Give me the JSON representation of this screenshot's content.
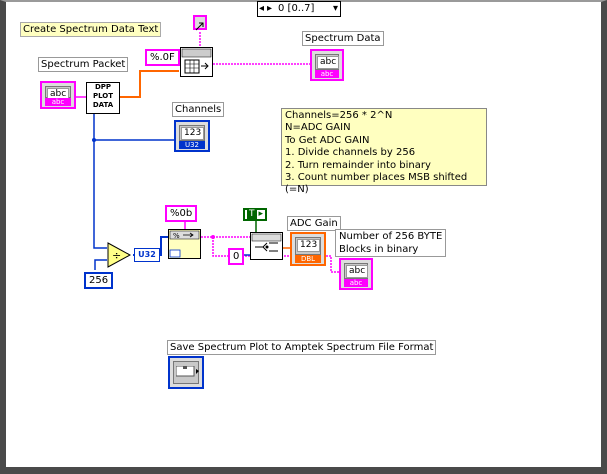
{
  "selector": {
    "left_arrow": "◂",
    "right_arrow": "▸",
    "case": "0 [0..7]",
    "dropdown": "▾"
  },
  "labels": {
    "title": "Create Spectrum Data Text",
    "spectrum_data": "Spectrum Data",
    "spectrum_packet": "Spectrum Packet",
    "channels": "Channels",
    "adc_gain": "ADC Gain",
    "save_plot": "Save Spectrum Plot to Amptek Spectrum File Format",
    "num_blocks": [
      "Number of 256 BYTE",
      "Blocks in binary"
    ]
  },
  "note": [
    "Channels=256 * 2^N",
    "N=ADC GAIN",
    "To Get ADC GAIN",
    "1. Divide channels by 256",
    "2. Turn remainder into binary",
    "3. Count number places MSB shifted (=N)"
  ],
  "constants": {
    "fmt_float": "%.0F",
    "fmt_bin": "%0b",
    "num_256": "256",
    "num_0": "0",
    "bool_true": "T"
  },
  "node_text": {
    "dpp": [
      "DPP",
      "PLOT",
      "DATA"
    ],
    "abc": "abc",
    "abc_tag": "abc",
    "n123": "123",
    "u32_tag": "U32",
    "dbl_tag": "DBL",
    "u32_convert": "U32",
    "divide": "÷"
  },
  "colors": {
    "string": "#ff00ff",
    "numeric_int": "#0033cc",
    "numeric_dbl": "#ff6600",
    "boolean": "#006600",
    "note_bg": "#ffffc0",
    "frame": "#4a4a4a"
  }
}
